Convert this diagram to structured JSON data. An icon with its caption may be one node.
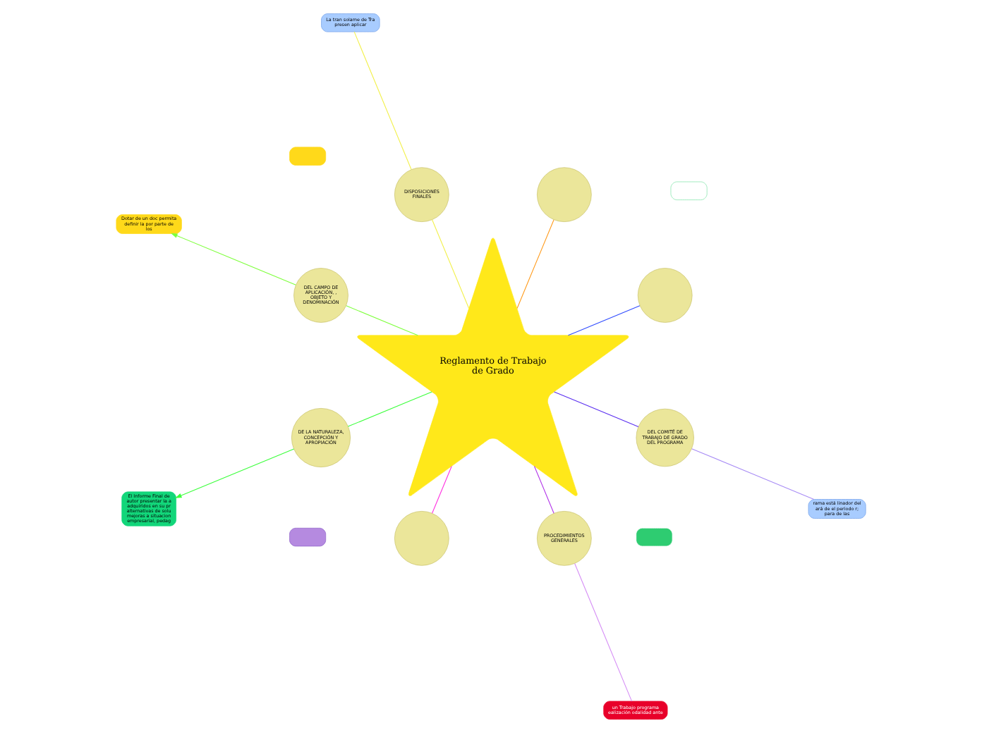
{
  "diagram": {
    "nodes": [
      {
        "text": [
          "Reglamento de Trabajo de Grado"
        ]
      },
      {
        "text": [],
        "shape": "box"
      },
      {
        "text": [],
        "shape": "box"
      },
      {
        "text": [],
        "shape": "circle"
      },
      {
        "text": [],
        "shape": "circle"
      },
      {
        "text": [
          "DISPOSICIONES FINALES"
        ]
      },
      {
        "text": [
          "La tran solame de Tra presen aplicar"
        ]
      },
      {
        "text": [
          "DEL CAMPO DE APLICACIÓN, , OBJETO Y DENOMINACIÓN"
        ]
      },
      {
        "text": [
          "Dotar de un doc permita definir la por parte de los"
        ]
      },
      {
        "text": [],
        "shape": "box"
      },
      {
        "text": [
          "DE LA NATURALEZA, CONCEPCIÓN Y APROPIACIÓN"
        ]
      },
      {
        "text": [
          "El Informe Final de autor presentar la a adquiridos en su pr alternativas de solu mejoras a situacion empresarial, pedag"
        ]
      },
      {
        "text": [],
        "shape": "box"
      },
      {
        "text": [],
        "shape": "circle"
      },
      {
        "text": [
          "PROCEDIMIENTOS GENERALES"
        ]
      },
      {
        "text": [
          "un Trabajo programa ealización odalidad ante"
        ]
      },
      {
        "text": [
          "DEL COMITÉ DE TRABAJO DE GRADO DEL PROGRAMA"
        ]
      },
      {
        "text": [
          "rama está linador del ará de el periodo r; para de las"
        ]
      }
    ],
    "edges": [
      {
        "from": 0,
        "to": 3,
        "arrow": "none",
        "color": "#2f4bff"
      },
      {
        "from": 0,
        "to": 4,
        "arrow": "none",
        "color": "#ff9a1a"
      },
      {
        "from": 0,
        "to": 5,
        "arrow": "none",
        "color": "#f2f04a"
      },
      {
        "from": 5,
        "to": 6,
        "arrow": "none",
        "color": "#f2f04a"
      },
      {
        "from": 0,
        "to": 7,
        "arrow": "none",
        "color": "#7dff3a"
      },
      {
        "from": 7,
        "to": 8,
        "arrow": "to",
        "color": "#7dff3a"
      },
      {
        "from": 0,
        "to": 10,
        "arrow": "none",
        "color": "#3aff3a"
      },
      {
        "from": 10,
        "to": 11,
        "arrow": "to",
        "color": "#3aff3a"
      },
      {
        "from": 0,
        "to": 13,
        "arrow": "none",
        "color": "#ff2ee0"
      },
      {
        "from": 0,
        "to": 14,
        "arrow": "none",
        "color": "#b030e8"
      },
      {
        "from": 14,
        "to": 15,
        "arrow": "none",
        "color": "#d58cf5"
      },
      {
        "from": 0,
        "to": 16,
        "arrow": "none",
        "color": "#5a2ef0"
      },
      {
        "from": 16,
        "to": 17,
        "arrow": "none",
        "color": "#a88cf5"
      }
    ]
  }
}
